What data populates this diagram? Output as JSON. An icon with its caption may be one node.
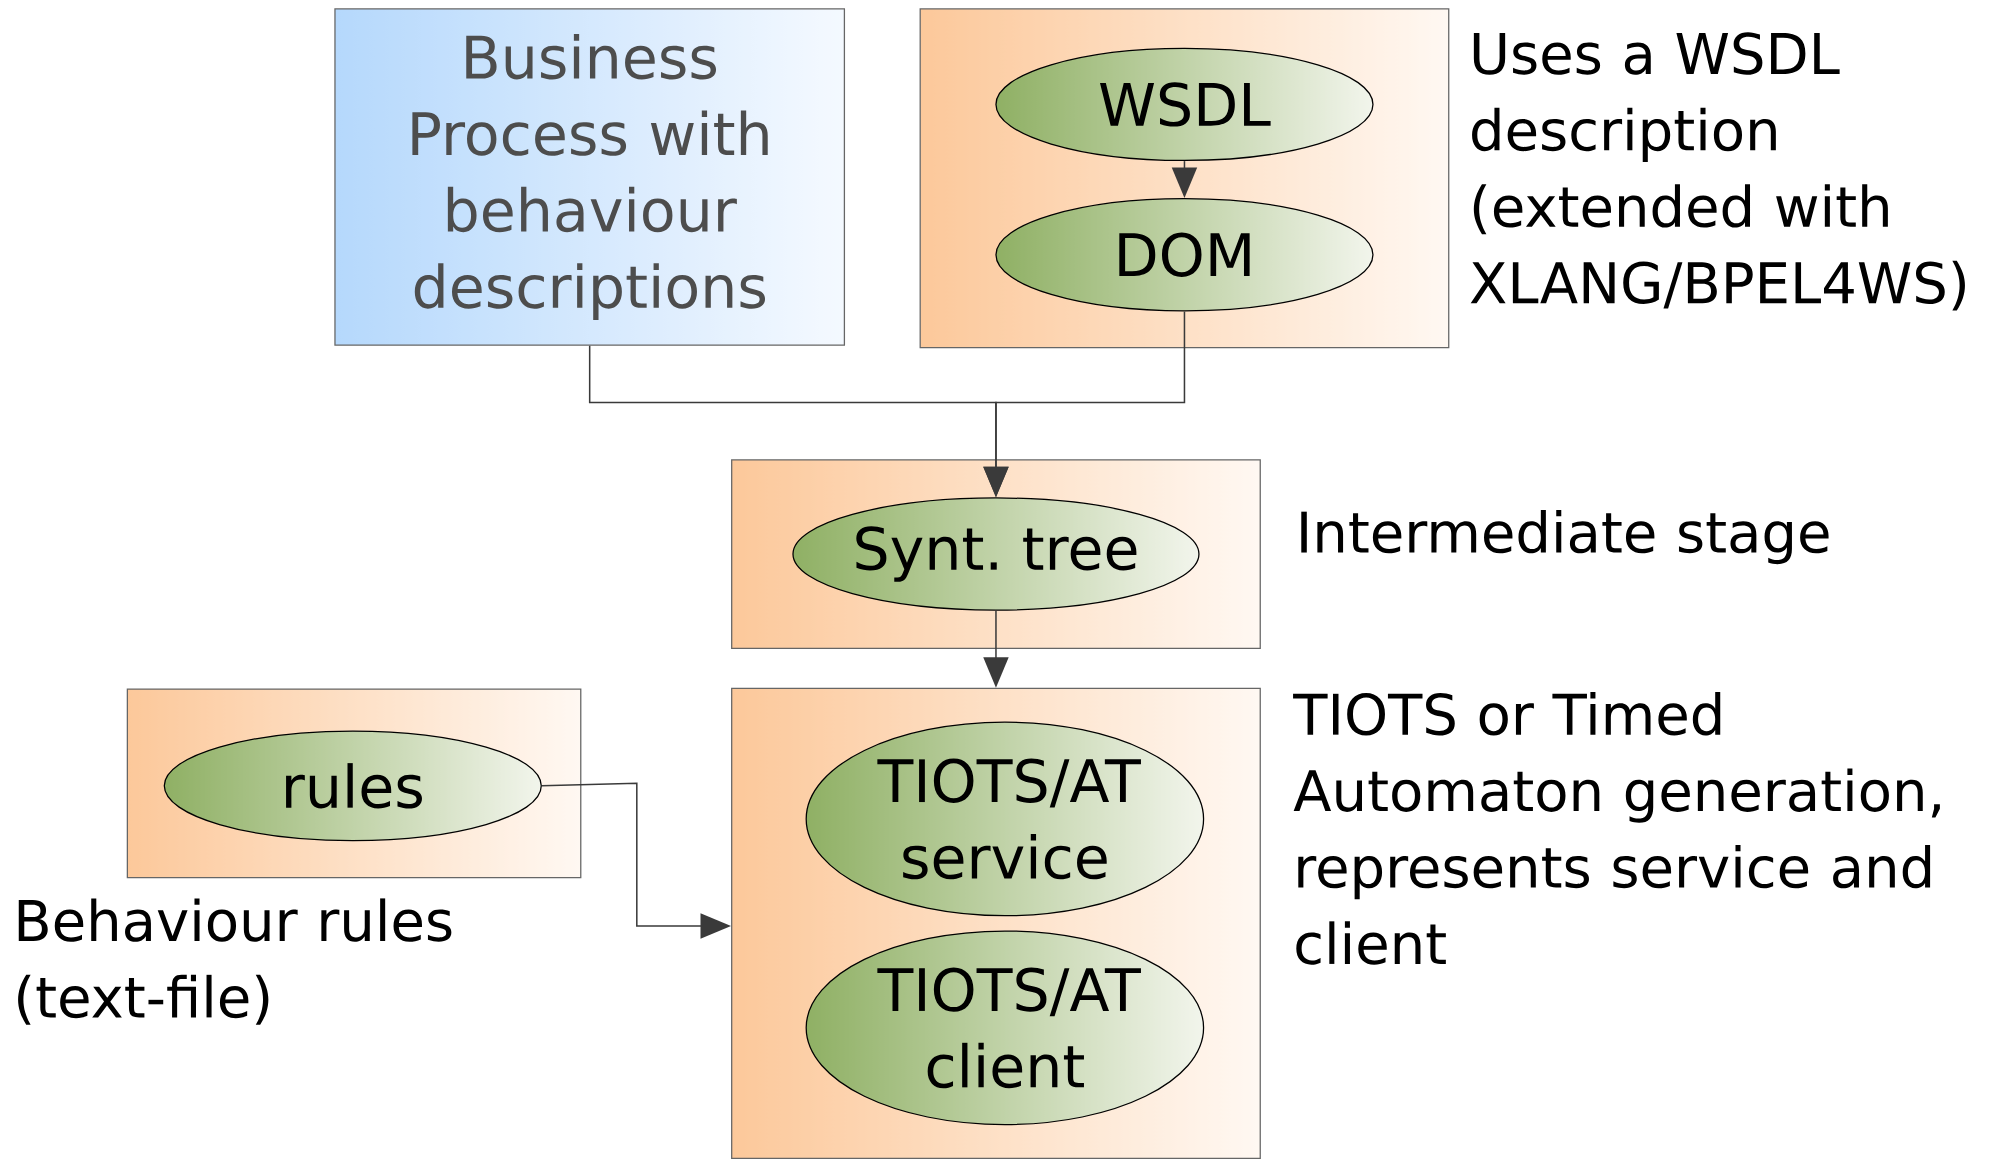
{
  "diagram": {
    "nodes": [
      {
        "text": [
          "Business Process with behaviour descriptions"
        ]
      },
      {
        "text": [],
        "shape": "box",
        "beside": [
          "Uses a WSDL description (extended with XLANG/BPEL4WS)"
        ]
      },
      {
        "text": [
          "WSDL"
        ],
        "in": 1
      },
      {
        "text": [
          "DOM"
        ],
        "in": 1
      },
      {
        "text": [],
        "shape": "box",
        "beside": [
          "Intermediate stage"
        ]
      },
      {
        "text": [
          "Synt. tree"
        ],
        "in": 4
      },
      {
        "text": [],
        "shape": "box",
        "beside": [
          "Behaviour rules (text-file)"
        ]
      },
      {
        "text": [
          "rules"
        ],
        "in": 6
      },
      {
        "text": [],
        "shape": "box",
        "beside": [
          "TIOTS or Timed Automaton generation, represents service and client"
        ]
      },
      {
        "text": [
          "TIOTS/AT service"
        ],
        "in": 8
      },
      {
        "text": [
          "TIOTS/AT client"
        ],
        "in": 8
      }
    ],
    "edges": [
      {
        "from": 2,
        "to": 3,
        "arrow": "to"
      },
      {
        "from": 0,
        "to": 5,
        "arrow": "to"
      },
      {
        "from": 3,
        "to": 5,
        "arrow": "to"
      },
      {
        "from": 5,
        "to": 8,
        "arrow": "to"
      },
      {
        "from": 7,
        "to": 8,
        "arrow": "to"
      }
    ]
  }
}
